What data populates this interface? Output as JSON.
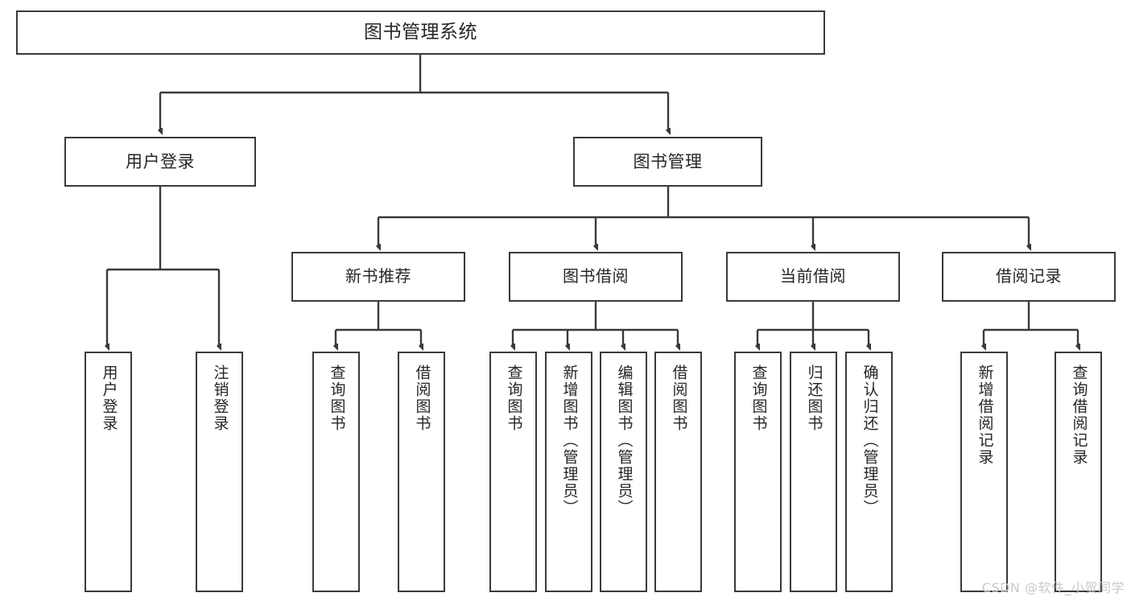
{
  "diagram": {
    "title": "图书管理系统",
    "watermark": "CSDN @软件_小贺同学",
    "colors": {
      "border": "#3a3a3a",
      "text": "#262626",
      "background": "#ffffff",
      "connector": "#3a3a3a",
      "watermark": "#c9c9c9"
    },
    "root": {
      "label": "图书管理系统"
    },
    "level2": [
      {
        "label": "用户登录"
      },
      {
        "label": "图书管理"
      }
    ],
    "level3": [
      {
        "label": "新书推荐"
      },
      {
        "label": "图书借阅"
      },
      {
        "label": "当前借阅"
      },
      {
        "label": "借阅记录"
      }
    ],
    "leaves": {
      "user_login": [
        {
          "label": "用户登录"
        },
        {
          "label": "注销登录"
        }
      ],
      "new_book": [
        {
          "label": "查询图书"
        },
        {
          "label": "借阅图书"
        }
      ],
      "book_borrow": [
        {
          "label": "查询图书"
        },
        {
          "label": "新增图书（管理员）"
        },
        {
          "label": "编辑图书（管理员）"
        },
        {
          "label": "借阅图书"
        }
      ],
      "current_borrow": [
        {
          "label": "查询图书"
        },
        {
          "label": "归还图书"
        },
        {
          "label": "确认归还（管理员）"
        }
      ],
      "borrow_record": [
        {
          "label": "新增借阅记录"
        },
        {
          "label": "查询借阅记录"
        }
      ]
    }
  }
}
